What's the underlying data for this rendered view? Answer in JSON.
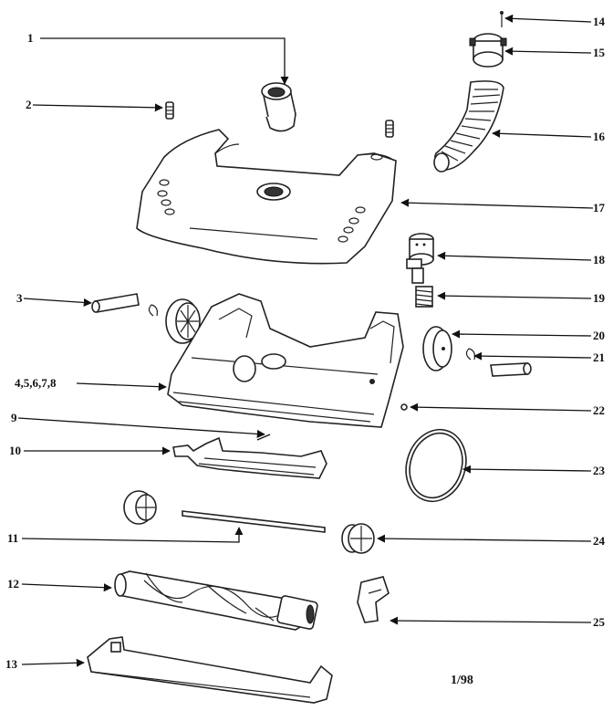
{
  "callouts": [
    {
      "id": "c1",
      "label": "1"
    },
    {
      "id": "c2",
      "label": "2"
    },
    {
      "id": "c3",
      "label": "3"
    },
    {
      "id": "c4",
      "label": "4,5,6,7,8"
    },
    {
      "id": "c9",
      "label": "9"
    },
    {
      "id": "c10",
      "label": "10"
    },
    {
      "id": "c11",
      "label": "11"
    },
    {
      "id": "c12",
      "label": "12"
    },
    {
      "id": "c13",
      "label": "13"
    },
    {
      "id": "c14",
      "label": "14"
    },
    {
      "id": "c15",
      "label": "15"
    },
    {
      "id": "c16",
      "label": "16"
    },
    {
      "id": "c17",
      "label": "17"
    },
    {
      "id": "c18",
      "label": "18"
    },
    {
      "id": "c19",
      "label": "19"
    },
    {
      "id": "c20",
      "label": "20"
    },
    {
      "id": "c21",
      "label": "21"
    },
    {
      "id": "c22",
      "label": "22"
    },
    {
      "id": "c23",
      "label": "23"
    },
    {
      "id": "c24",
      "label": "24"
    },
    {
      "id": "c25",
      "label": "25"
    }
  ],
  "date_code": "1/98"
}
